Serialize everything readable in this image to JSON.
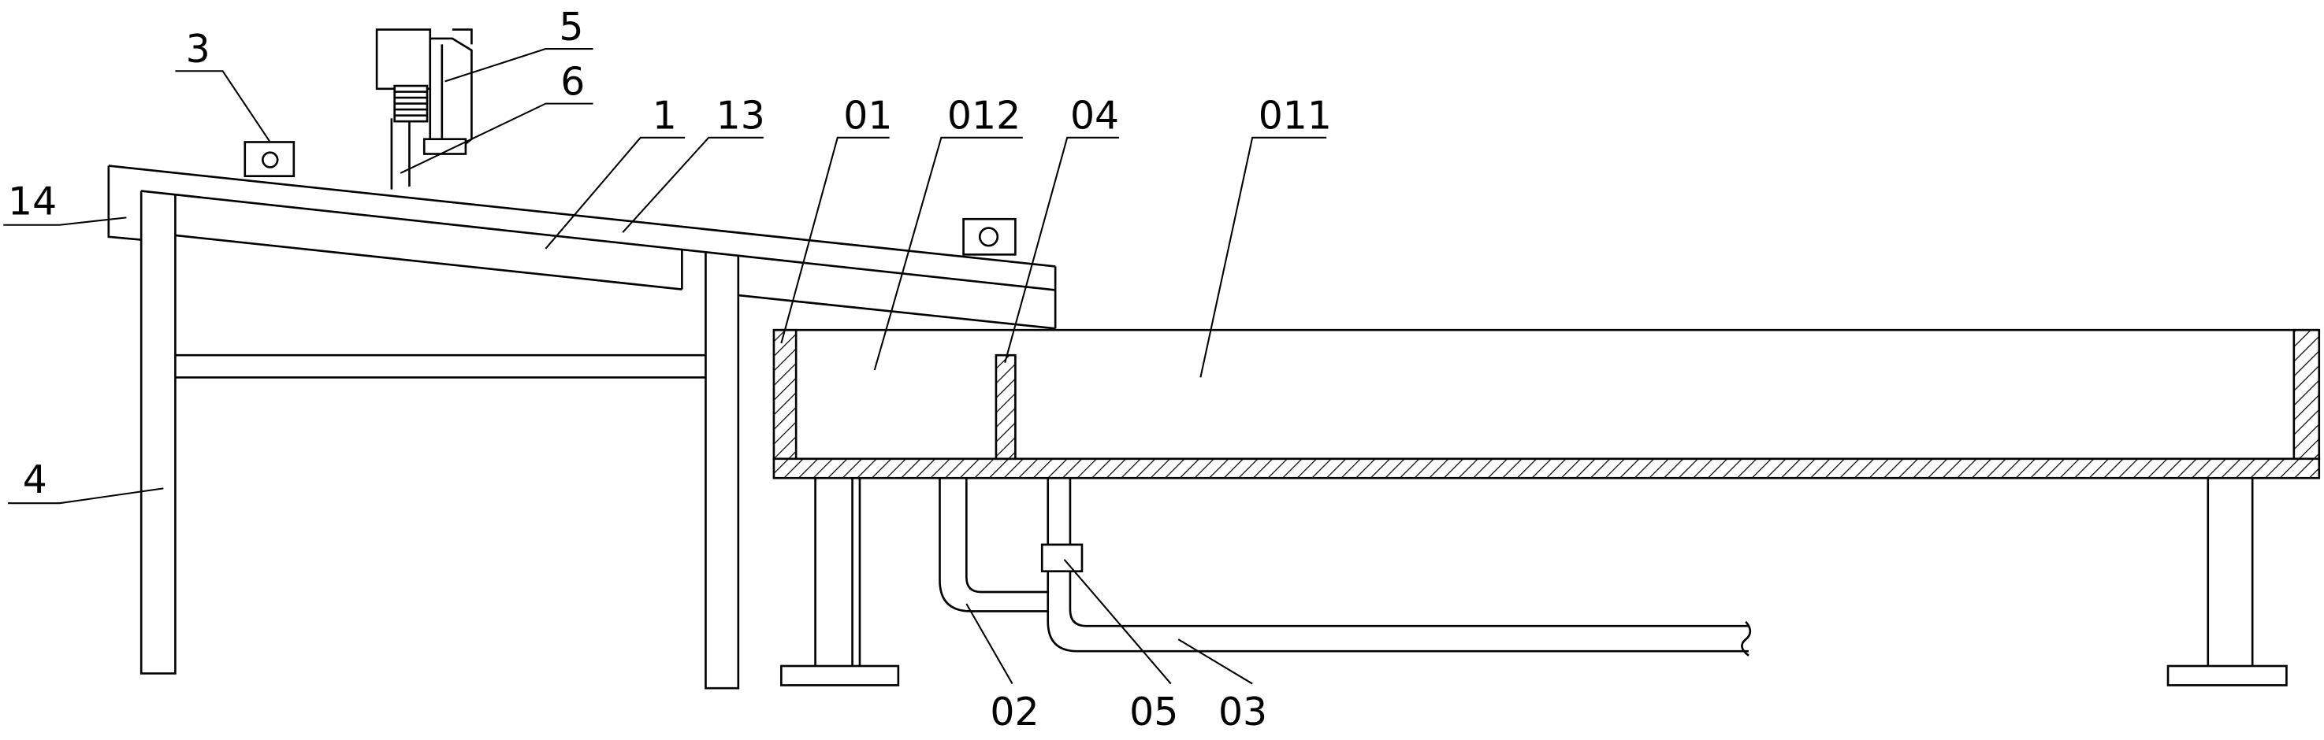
{
  "figure": {
    "labels": [
      "3",
      "5",
      "6",
      "1",
      "13",
      "01",
      "012",
      "04",
      "011",
      "14",
      "4",
      "02",
      "05",
      "03"
    ]
  },
  "colors": {
    "line": "#000000",
    "background": "#ffffff"
  }
}
